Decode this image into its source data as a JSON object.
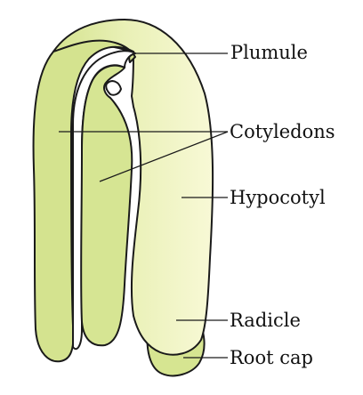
{
  "diagram": {
    "labels": {
      "plumule": "Plumule",
      "cotyledons": "Cotyledons",
      "hypocotyl": "Hypocotyl",
      "radicle": "Radicle",
      "root_cap": "Root cap"
    },
    "colors": {
      "cotyledon_fill": "#d4e38f",
      "axis_fill_light": "#f6f8d0",
      "axis_fill_mid": "#e7efb2",
      "outline": "#1a1a1a",
      "gap": "#ffffff"
    }
  }
}
